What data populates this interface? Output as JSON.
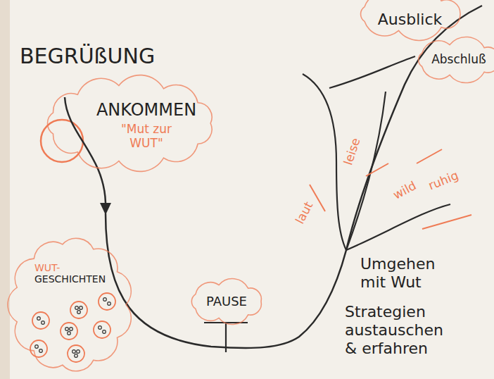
{
  "diagram": {
    "nodes": [
      {
        "text": [
          "ANKOMMEN",
          "\"Mut zur WUT\""
        ]
      },
      {
        "text": [
          "WUT-",
          "GESCHICHTEN"
        ]
      },
      {
        "text": [
          "PAUSE"
        ]
      },
      {
        "text": [
          "Ausblick"
        ]
      },
      {
        "text": [
          "Abschluß"
        ]
      }
    ],
    "labels": [
      "BEGRÜßUNG",
      "laut",
      "leise",
      "wild",
      "ruhig",
      "Umgehen mit Wut",
      "Strategien austauschen & erfahren"
    ]
  }
}
